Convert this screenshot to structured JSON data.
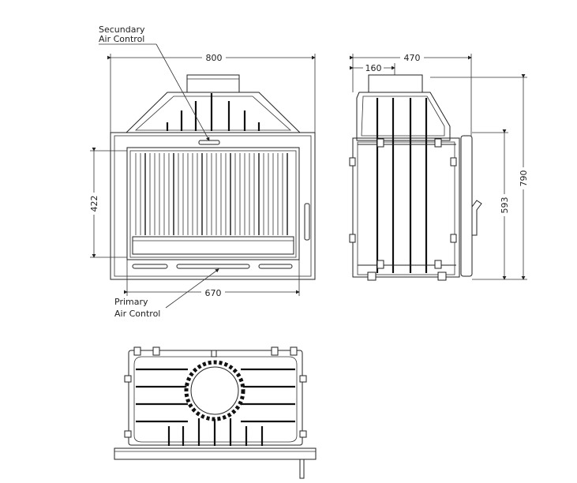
{
  "labels": {
    "secondary_line1": "Secundary",
    "secondary_line2": "Air Control",
    "primary_line1": "Primary",
    "primary_line2": "Air Control"
  },
  "dimensions": {
    "front_width": "800",
    "glass_width": "670",
    "glass_height": "422",
    "side_depth": "470",
    "flue_offset": "160",
    "side_height_total": "790",
    "side_height_door": "593"
  }
}
